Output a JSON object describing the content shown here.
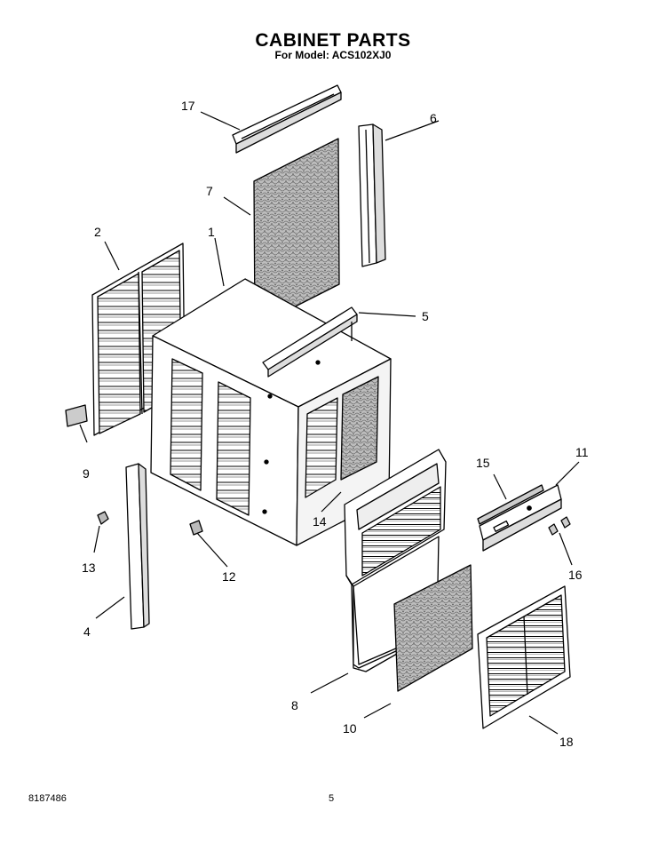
{
  "header": {
    "title": "CABINET PARTS",
    "subtitle": "For Model: ACS102XJ0"
  },
  "footer": {
    "doc_number": "8187486",
    "page_number": "5"
  },
  "callouts": {
    "p1": "1",
    "p2": "2",
    "p4": "4",
    "p5": "5",
    "p6": "6",
    "p7": "7",
    "p8": "8",
    "p9": "9",
    "p10": "10",
    "p11": "11",
    "p12": "12",
    "p13": "13",
    "p14": "14",
    "p15": "15",
    "p16": "16",
    "p17": "17",
    "p18": "18"
  }
}
